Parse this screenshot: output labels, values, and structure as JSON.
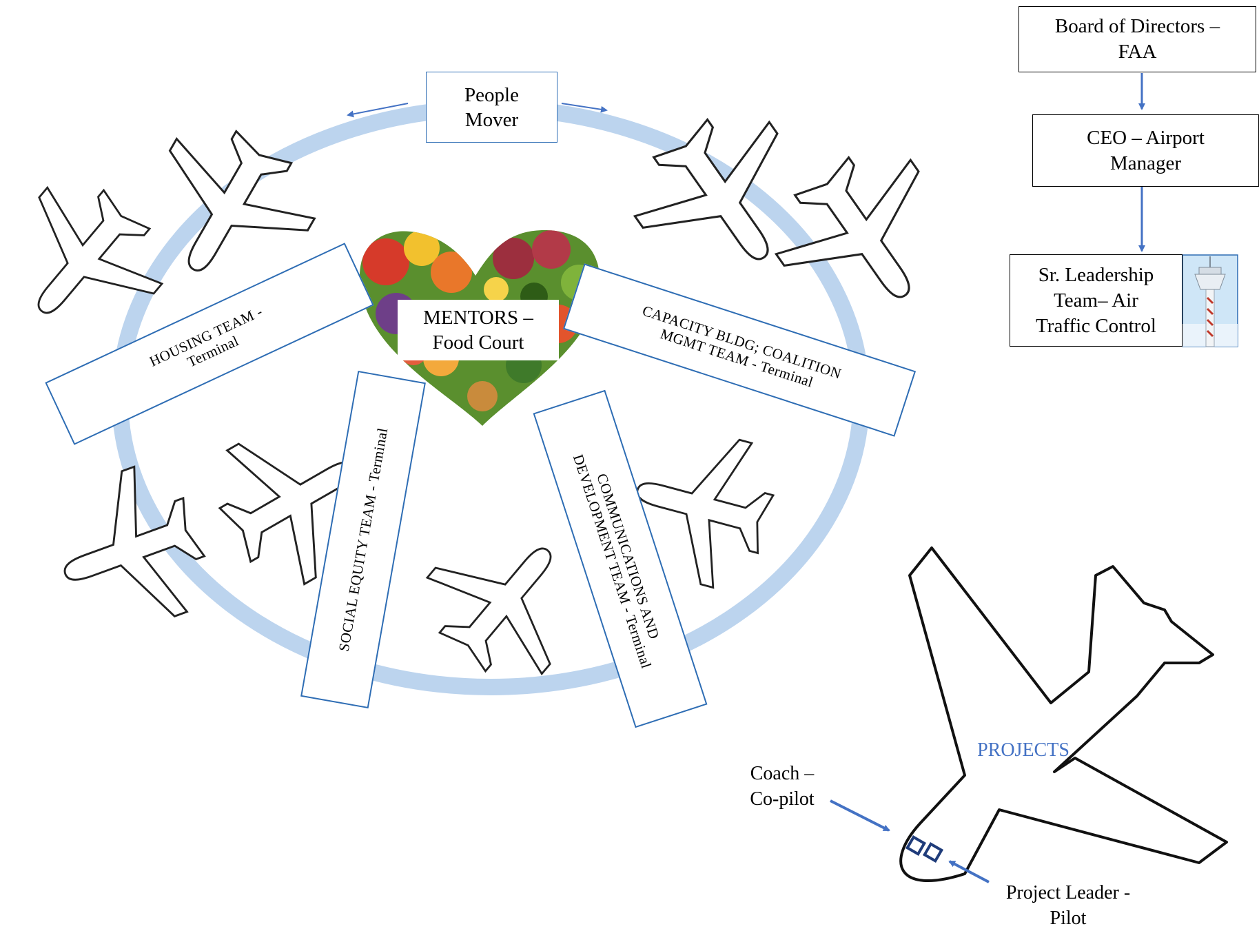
{
  "people_mover": {
    "line1": "People",
    "line2": "Mover"
  },
  "org_chart": {
    "board": {
      "line1": "Board of Directors –",
      "line2": "FAA"
    },
    "ceo": {
      "line1": "CEO – Airport",
      "line2": "Manager"
    },
    "leadership": {
      "line1": "Sr. Leadership",
      "line2": "Team– Air",
      "line3": "Traffic Control"
    }
  },
  "mentors": {
    "line1": "MENTORS –",
    "line2": "Food Court"
  },
  "terminals": {
    "housing": {
      "line1": "HOUSING TEAM -",
      "line2": "Terminal"
    },
    "capacity": {
      "line1": "CAPACITY BLDG; COALITION",
      "line2": "MGMT TEAM - Terminal"
    },
    "social": {
      "line1": "SOCIAL EQUITY TEAM - Terminal"
    },
    "communications": {
      "line1": "COMMUNICATIONS  AND",
      "line2": "DEVELOPMENT  TEAM - Terminal"
    }
  },
  "projects_plane": {
    "label": "PROJECTS",
    "coach": {
      "line1": "Coach –",
      "line2": "Co-pilot"
    },
    "pilot": {
      "line1": "Project Leader -",
      "line2": "Pilot"
    }
  },
  "colors": {
    "ring": "#bcd4ee",
    "accent_blue": "#4472c4",
    "terminal_border": "#2e6db4",
    "projects_text": "#4472c4"
  }
}
